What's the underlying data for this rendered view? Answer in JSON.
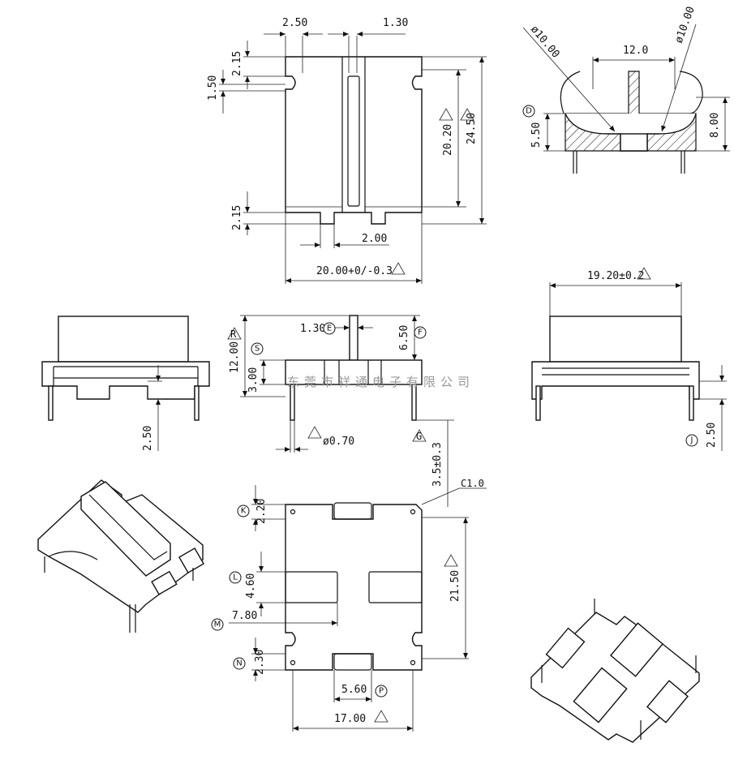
{
  "drawing": {
    "watermark": "东莞市祥通电子有限公司",
    "top_view": {
      "d_2_50": "2.50",
      "d_1_30": "1.30",
      "d_2_15_top": "2.15",
      "d_1_50": "1.50",
      "d_20_20": "20.20",
      "d_24_50": "24.50",
      "d_2_15_bottom": "2.15",
      "d_2_00": "2.00",
      "d_20_00": "20.00+0/-0.3"
    },
    "section_view": {
      "dia_left": "ø10.00",
      "dia_right": "ø10.00",
      "d_12_0": "12.0",
      "d_5_50": "5.50",
      "d_8_00": "8.00",
      "mark_D": "D"
    },
    "front_view": {
      "d_1_30": "1.30",
      "mark_E": "E",
      "d_6_50": "6.50",
      "mark_F": "F",
      "d_12_00": "12.00",
      "mark_R": "R",
      "d_3_00": "3.00",
      "mark_S": "S",
      "d_0_70": "ø0.70",
      "mark_G": "G",
      "d_3_5": "3.5±0.3"
    },
    "side_view_left": {
      "d_2_50": "2.50"
    },
    "side_view_right": {
      "d_19_20": "19.20±0.2",
      "d_2_50": "2.50",
      "mark_J": "J"
    },
    "bottom_view": {
      "c1": "C1.0",
      "d_2_20": "2.20",
      "mark_K": "K",
      "d_4_60": "4.60",
      "mark_L": "L",
      "d_7_80": "7.80",
      "mark_M": "M",
      "d_21_50": "21.50",
      "d_2_30": "2.30",
      "mark_N": "N",
      "d_5_60": "5.60",
      "mark_P": "P",
      "d_17_00": "17.00"
    }
  }
}
